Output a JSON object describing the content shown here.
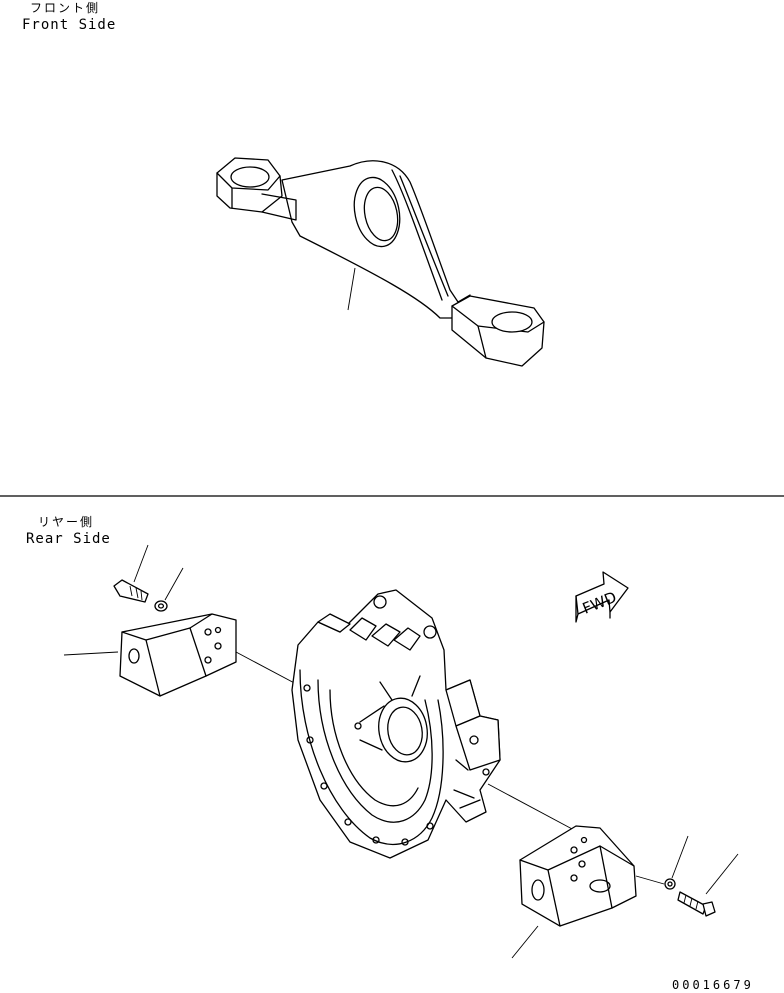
{
  "front_section": {
    "label_jp": "フロント側",
    "label_en": "Front Side"
  },
  "rear_section": {
    "label_jp": "リヤー側",
    "label_en": "Rear Side"
  },
  "direction_arrow": {
    "label": "FWD"
  },
  "drawing_number": "00016679"
}
